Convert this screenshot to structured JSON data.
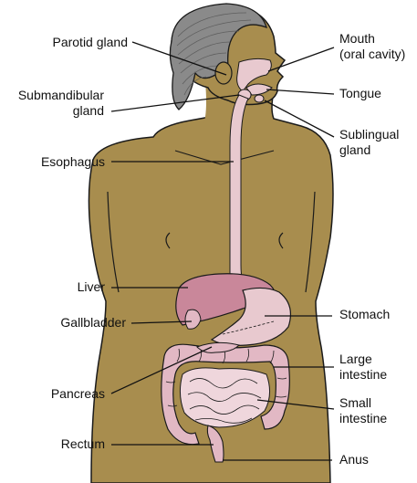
{
  "labels": {
    "parotid_gland": "Parotid gland",
    "submandibular_gland": [
      "Submandibular",
      "gland"
    ],
    "esophagus": "Esophagus",
    "liver": "Liver",
    "gallbladder": "Gallbladder",
    "pancreas": "Pancreas",
    "rectum": "Rectum",
    "mouth": [
      "Mouth",
      "(oral cavity)"
    ],
    "tongue": "Tongue",
    "sublingual_gland": [
      "Sublingual",
      "gland"
    ],
    "stomach": "Stomach",
    "large_intestine": [
      "Large",
      "intestine"
    ],
    "small_intestine": [
      "Small",
      "intestine"
    ],
    "anus": "Anus"
  },
  "colors": {
    "skin": "#a88d4e",
    "hair": "#8a8a8a",
    "hair_line": "#5e5e5e",
    "organ_pink": "#e8c9cf",
    "liver": "#c9879a",
    "intestine": "#e2b8c4",
    "outline": "#1a1a1a"
  }
}
